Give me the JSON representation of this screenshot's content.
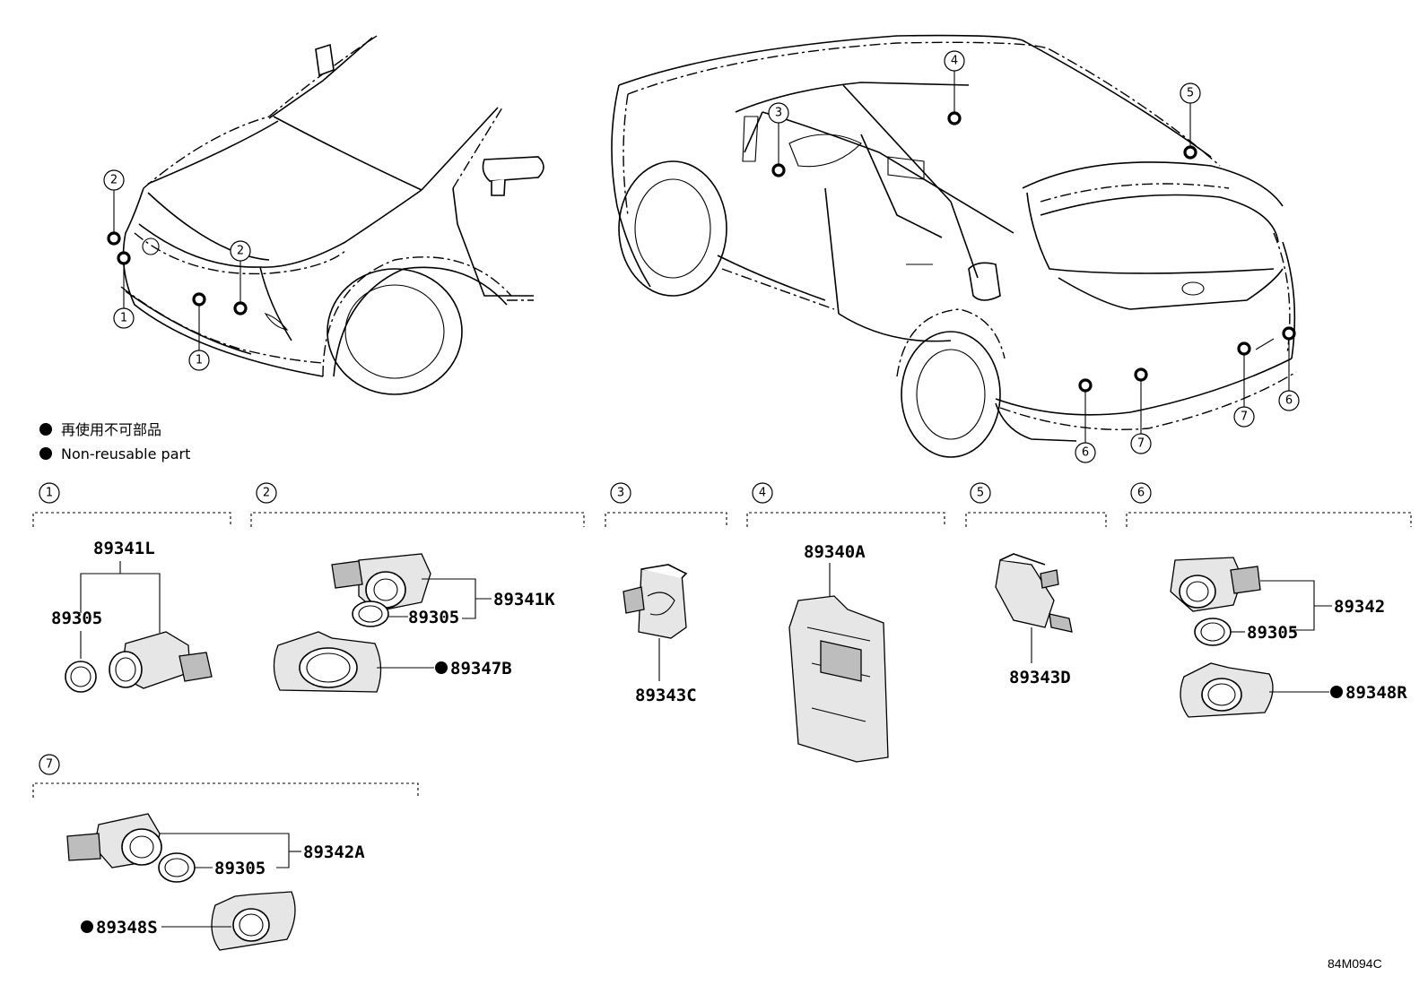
{
  "legend": {
    "bullet_symbol": "●",
    "line_jp": "再使用不可部品",
    "line_en": "Non-reusable part"
  },
  "groups": [
    {
      "index": "1",
      "parts": [
        "89341L",
        "89305"
      ]
    },
    {
      "index": "2",
      "parts": [
        "89341K",
        "89305",
        "89347B"
      ]
    },
    {
      "index": "3",
      "parts": [
        "89343C"
      ]
    },
    {
      "index": "4",
      "parts": [
        "89340A"
      ]
    },
    {
      "index": "5",
      "parts": [
        "89343D"
      ]
    },
    {
      "index": "6",
      "parts": [
        "89342",
        "89305",
        "89348R"
      ]
    },
    {
      "index": "7",
      "parts": [
        "89342A",
        "89305",
        "89348S"
      ]
    }
  ],
  "non_reusable_parts": [
    "89347B",
    "89348R",
    "89348S"
  ],
  "drawing_code": "84M094C",
  "locators": {
    "front_view": [
      "1",
      "1",
      "2",
      "2"
    ],
    "rear_view": [
      "3",
      "4",
      "5",
      "6",
      "6",
      "7",
      "7"
    ]
  }
}
